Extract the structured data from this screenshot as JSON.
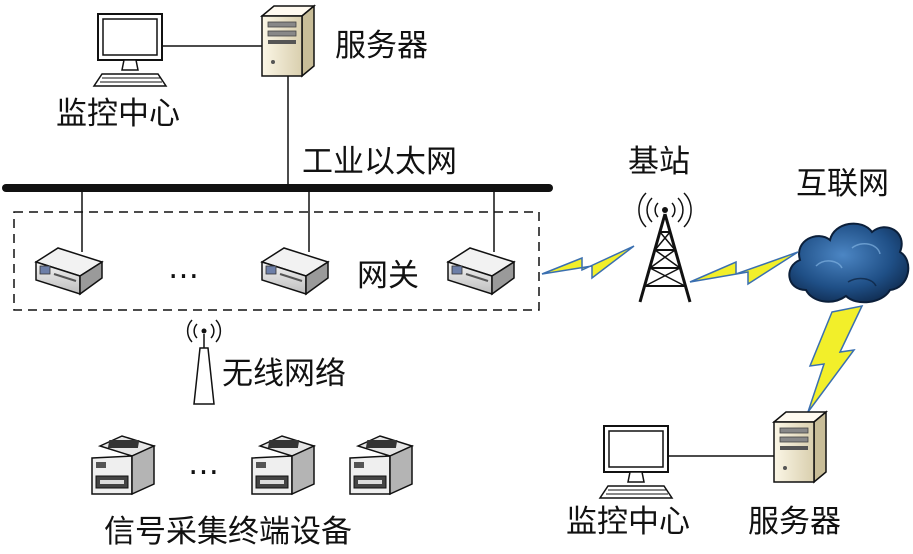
{
  "labels": {
    "top_server": "服务器",
    "top_monitor": "监控中心",
    "ethernet": "工业以太网",
    "gateway": "网关",
    "ellipsis_gateways": "…",
    "wireless_net": "无线网络",
    "terminals": "信号采集终端设备",
    "ellipsis_terminals": "…",
    "base_station": "基站",
    "internet": "互联网",
    "bottom_monitor": "监控中心",
    "bottom_server": "服务器"
  },
  "colors": {
    "line": "#111111",
    "lightning": "#f2ef2a",
    "lightning_edge": "#3a6fb0",
    "cloud": "#1e4f86",
    "server_body": "#f3ecd4"
  }
}
